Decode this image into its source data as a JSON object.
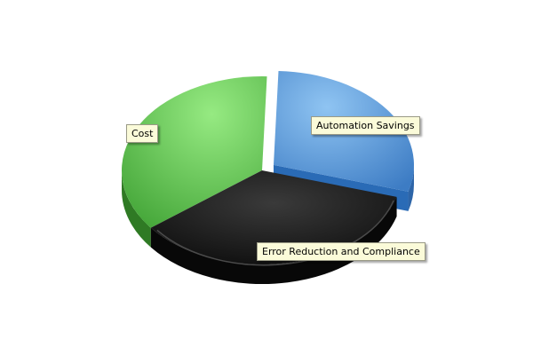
{
  "chart_data": {
    "type": "pie",
    "title": "",
    "categories": [
      "Automation Savings",
      "Error Reduction and Compliance",
      "Cost"
    ],
    "values": [
      29,
      35,
      36
    ],
    "colors": [
      "#4f93d6",
      "#1c1c1c",
      "#5cc24d"
    ],
    "exploded": [
      "Automation Savings"
    ],
    "legend": "none",
    "style": "3d"
  }
}
